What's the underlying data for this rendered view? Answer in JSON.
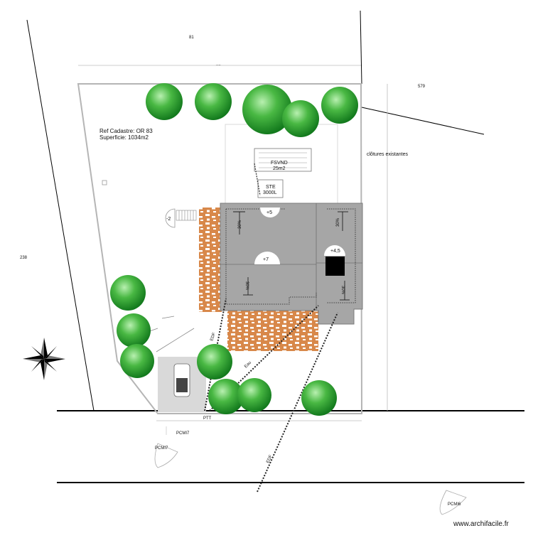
{
  "parcels": {
    "north": "81",
    "east": "579",
    "west": "238"
  },
  "cadastre": {
    "reference": "Ref Cadastre: OR 83",
    "area": "Superficie: 1034m2"
  },
  "fences_label": "clôtures existantes",
  "septic": {
    "name": "FSVND",
    "area": "25m2"
  },
  "tank": {
    "name": "STE",
    "capacity": "3000L"
  },
  "levels": {
    "west_step": "-2",
    "roof_top": "+5",
    "roof_mid": "+7",
    "annex": "+4,5"
  },
  "slopes": {
    "left_upper": "30%",
    "right_upper": "30%",
    "left_lower": "30%",
    "right_lower": "30%"
  },
  "networks": {
    "telecom": "PTT",
    "water": "Eau",
    "power_upper": "EDF",
    "power_lower": "EDF"
  },
  "photo_points": {
    "road": "PCMI7",
    "south": "PCMI7",
    "southeast": "PCMI6"
  },
  "dimension_label": "....",
  "watermark": "www.archifacile.fr",
  "colors": {
    "roof": "#a6a6a6",
    "terrace": "#d8884a",
    "tree": "#2f9e2f",
    "tree_light": "#7ad27a",
    "parking": "#d9d9d9"
  }
}
